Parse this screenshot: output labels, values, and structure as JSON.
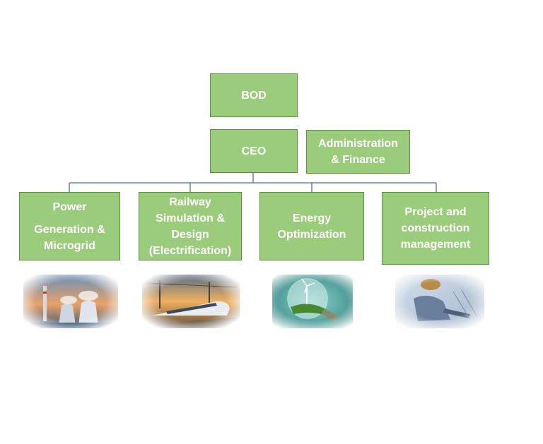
{
  "boxes": {
    "bod": "BOD",
    "ceo": "CEO",
    "admin": {
      "line1": "Administration",
      "line2": "& Finance"
    },
    "power": {
      "line1": "Power",
      "line2": "Generation &",
      "line3": "Microgrid"
    },
    "railway": {
      "line1": "Railway",
      "line2": "Simulation &",
      "line3": "Design",
      "line4": "(Electrification)"
    },
    "energy": {
      "line1": "Energy",
      "line2": "Optimization"
    },
    "project": {
      "line1": "Project and",
      "line2": "construction",
      "line3": "management"
    }
  },
  "images": [
    {
      "icon": "power-plant-photo"
    },
    {
      "icon": "electric-train-photo"
    },
    {
      "icon": "lightbulb-windmill-photo"
    },
    {
      "icon": "construction-worker-photo"
    }
  ],
  "colors": {
    "box_fill": "#9bcc7c",
    "box_border": "#5f8f47",
    "connector": "#4a6f9a",
    "text": "#ffffff"
  }
}
